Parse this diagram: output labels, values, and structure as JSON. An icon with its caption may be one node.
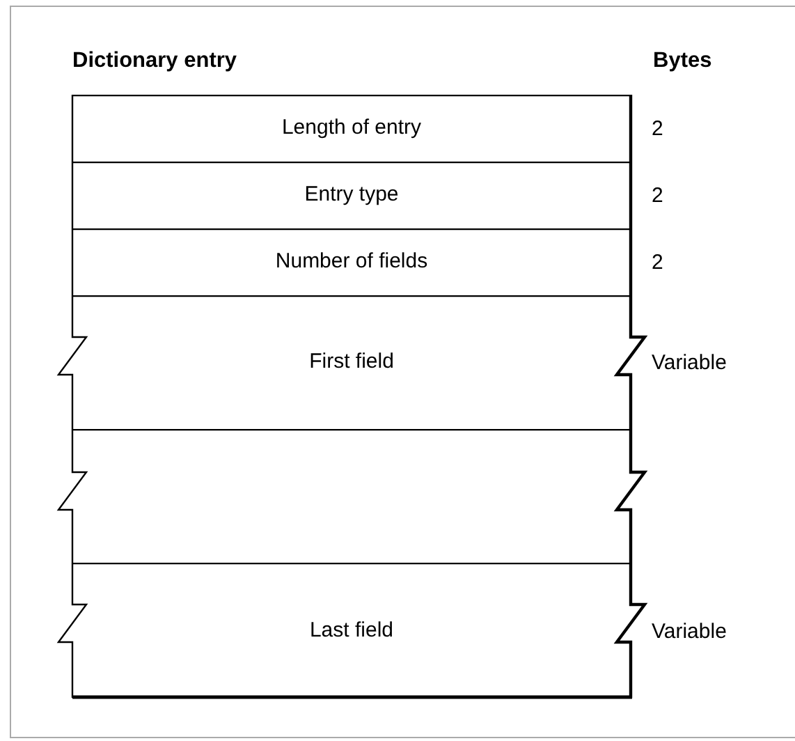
{
  "diagram": {
    "nodes": [
      {
        "text": [
          "Dictionary entry"
        ]
      },
      {
        "text": [
          "Length of entry"
        ],
        "in": 0,
        "beside": [
          "2"
        ]
      },
      {
        "text": [
          "Entry type"
        ],
        "in": 0,
        "beside": [
          "2"
        ]
      },
      {
        "text": [
          "Number of fields"
        ],
        "in": 0,
        "beside": [
          "2"
        ]
      },
      {
        "text": [
          "First field"
        ],
        "in": 0,
        "beside": [
          "Variable"
        ]
      },
      {
        "text": [],
        "shape": "box",
        "in": 0
      },
      {
        "text": [
          "Last field"
        ],
        "in": 0,
        "beside": [
          "Variable"
        ]
      }
    ],
    "labels": [
      "Bytes"
    ]
  }
}
